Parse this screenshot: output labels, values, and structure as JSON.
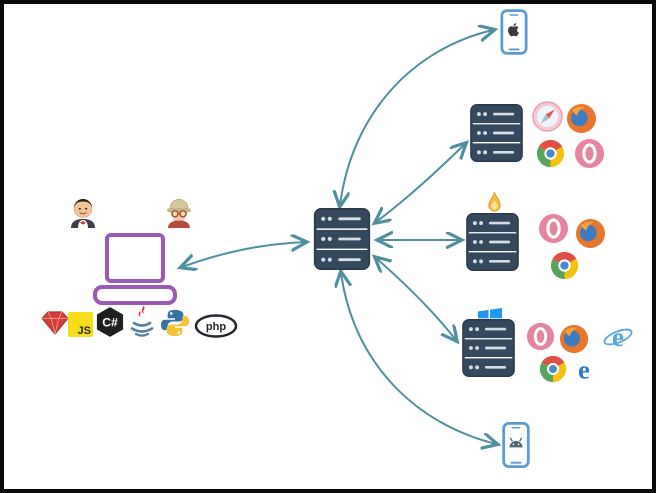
{
  "diagram_type": "distributed-test-grid-architecture",
  "labels": {
    "javascript": "JS",
    "csharp": "C#",
    "php": "php",
    "ie": "e",
    "edge": "e"
  },
  "colors": {
    "arrow": "#4e8fa0",
    "laptop": "#9b59b6",
    "server": "#35495e",
    "device_outline": "#5a9bd4",
    "windows_blue": "#2196f3",
    "opera_pink": "#e784a0",
    "js_yellow": "#f5de19",
    "ruby_red": "#cf3d37"
  },
  "client": {
    "ci_icons": [
      "jenkins-avatar",
      "travis-avatar"
    ],
    "machine_icon": "laptop",
    "language_icons": [
      "ruby-icon",
      "javascript-icon",
      "csharp-icon",
      "java-icon",
      "python-icon",
      "php-icon"
    ]
  },
  "hub": {
    "icon": "server-stack-icon"
  },
  "endpoints": [
    {
      "id": "iphone",
      "icons": [
        "iphone-icon",
        "apple-logo-icon"
      ]
    },
    {
      "id": "node-top",
      "icons": [
        "server-stack-icon",
        "safari-icon",
        "firefox-icon",
        "chrome-icon",
        "opera-icon"
      ]
    },
    {
      "id": "node-middle",
      "icons": [
        "flame-icon",
        "server-stack-icon",
        "opera-icon",
        "firefox-icon",
        "chrome-icon"
      ]
    },
    {
      "id": "node-bottom",
      "icons": [
        "windows-icon",
        "server-stack-icon",
        "opera-icon",
        "firefox-icon",
        "ie-icon",
        "chrome-icon",
        "edge-icon"
      ]
    },
    {
      "id": "android",
      "icons": [
        "android-phone-icon"
      ]
    }
  ],
  "connections": [
    {
      "from": "laptop",
      "to": "hub",
      "bidirectional": true
    },
    {
      "from": "hub",
      "to": "iphone",
      "bidirectional": true
    },
    {
      "from": "hub",
      "to": "node-top",
      "bidirectional": true
    },
    {
      "from": "hub",
      "to": "node-middle",
      "bidirectional": true
    },
    {
      "from": "hub",
      "to": "node-bottom",
      "bidirectional": true
    },
    {
      "from": "hub",
      "to": "android",
      "bidirectional": true
    }
  ]
}
